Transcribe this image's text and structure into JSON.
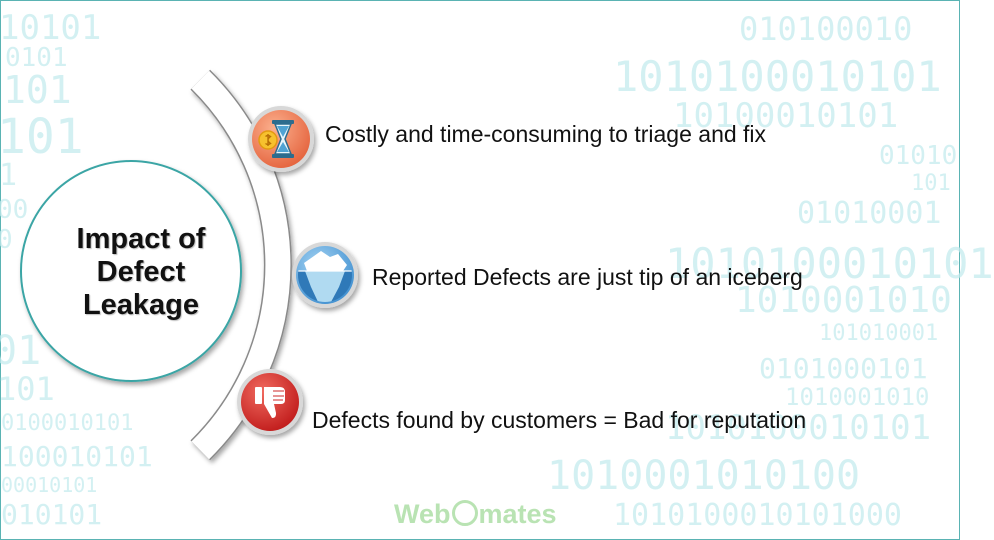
{
  "background_digits": [
    "10101",
    "0101",
    "101",
    "101",
    "1",
    "00",
    "0",
    "01",
    "101",
    "0100010101",
    "100010101",
    "00010101",
    "010101",
    "010100010",
    "1010100010101",
    "10100010101",
    "01010",
    "101",
    "01010001",
    "1010100010101",
    "1010001010",
    "101010001",
    "0101000101",
    "1010001010",
    "1010100010101",
    "1010001010100",
    "1010100010101000"
  ],
  "hub": {
    "title": "Impact of Defect Leakage"
  },
  "items": [
    {
      "icon": "hourglass-coin-icon",
      "text": "Costly and time-consuming to triage and fix"
    },
    {
      "icon": "iceberg-icon",
      "text": "Reported Defects are just tip of an iceberg"
    },
    {
      "icon": "thumbs-down-icon",
      "text": "Defects found by customers = Bad for reputation"
    }
  ],
  "logo": {
    "before": "Web",
    "after": "mates"
  },
  "colors": {
    "border": "#5ab3b3",
    "digits": "#c5ecee",
    "hub_outline": "#3aa5a5",
    "icon_orange": "#f0805a",
    "icon_blue": "#5aa8df",
    "icon_red": "#d32828",
    "logo": "#b9e3b3"
  }
}
